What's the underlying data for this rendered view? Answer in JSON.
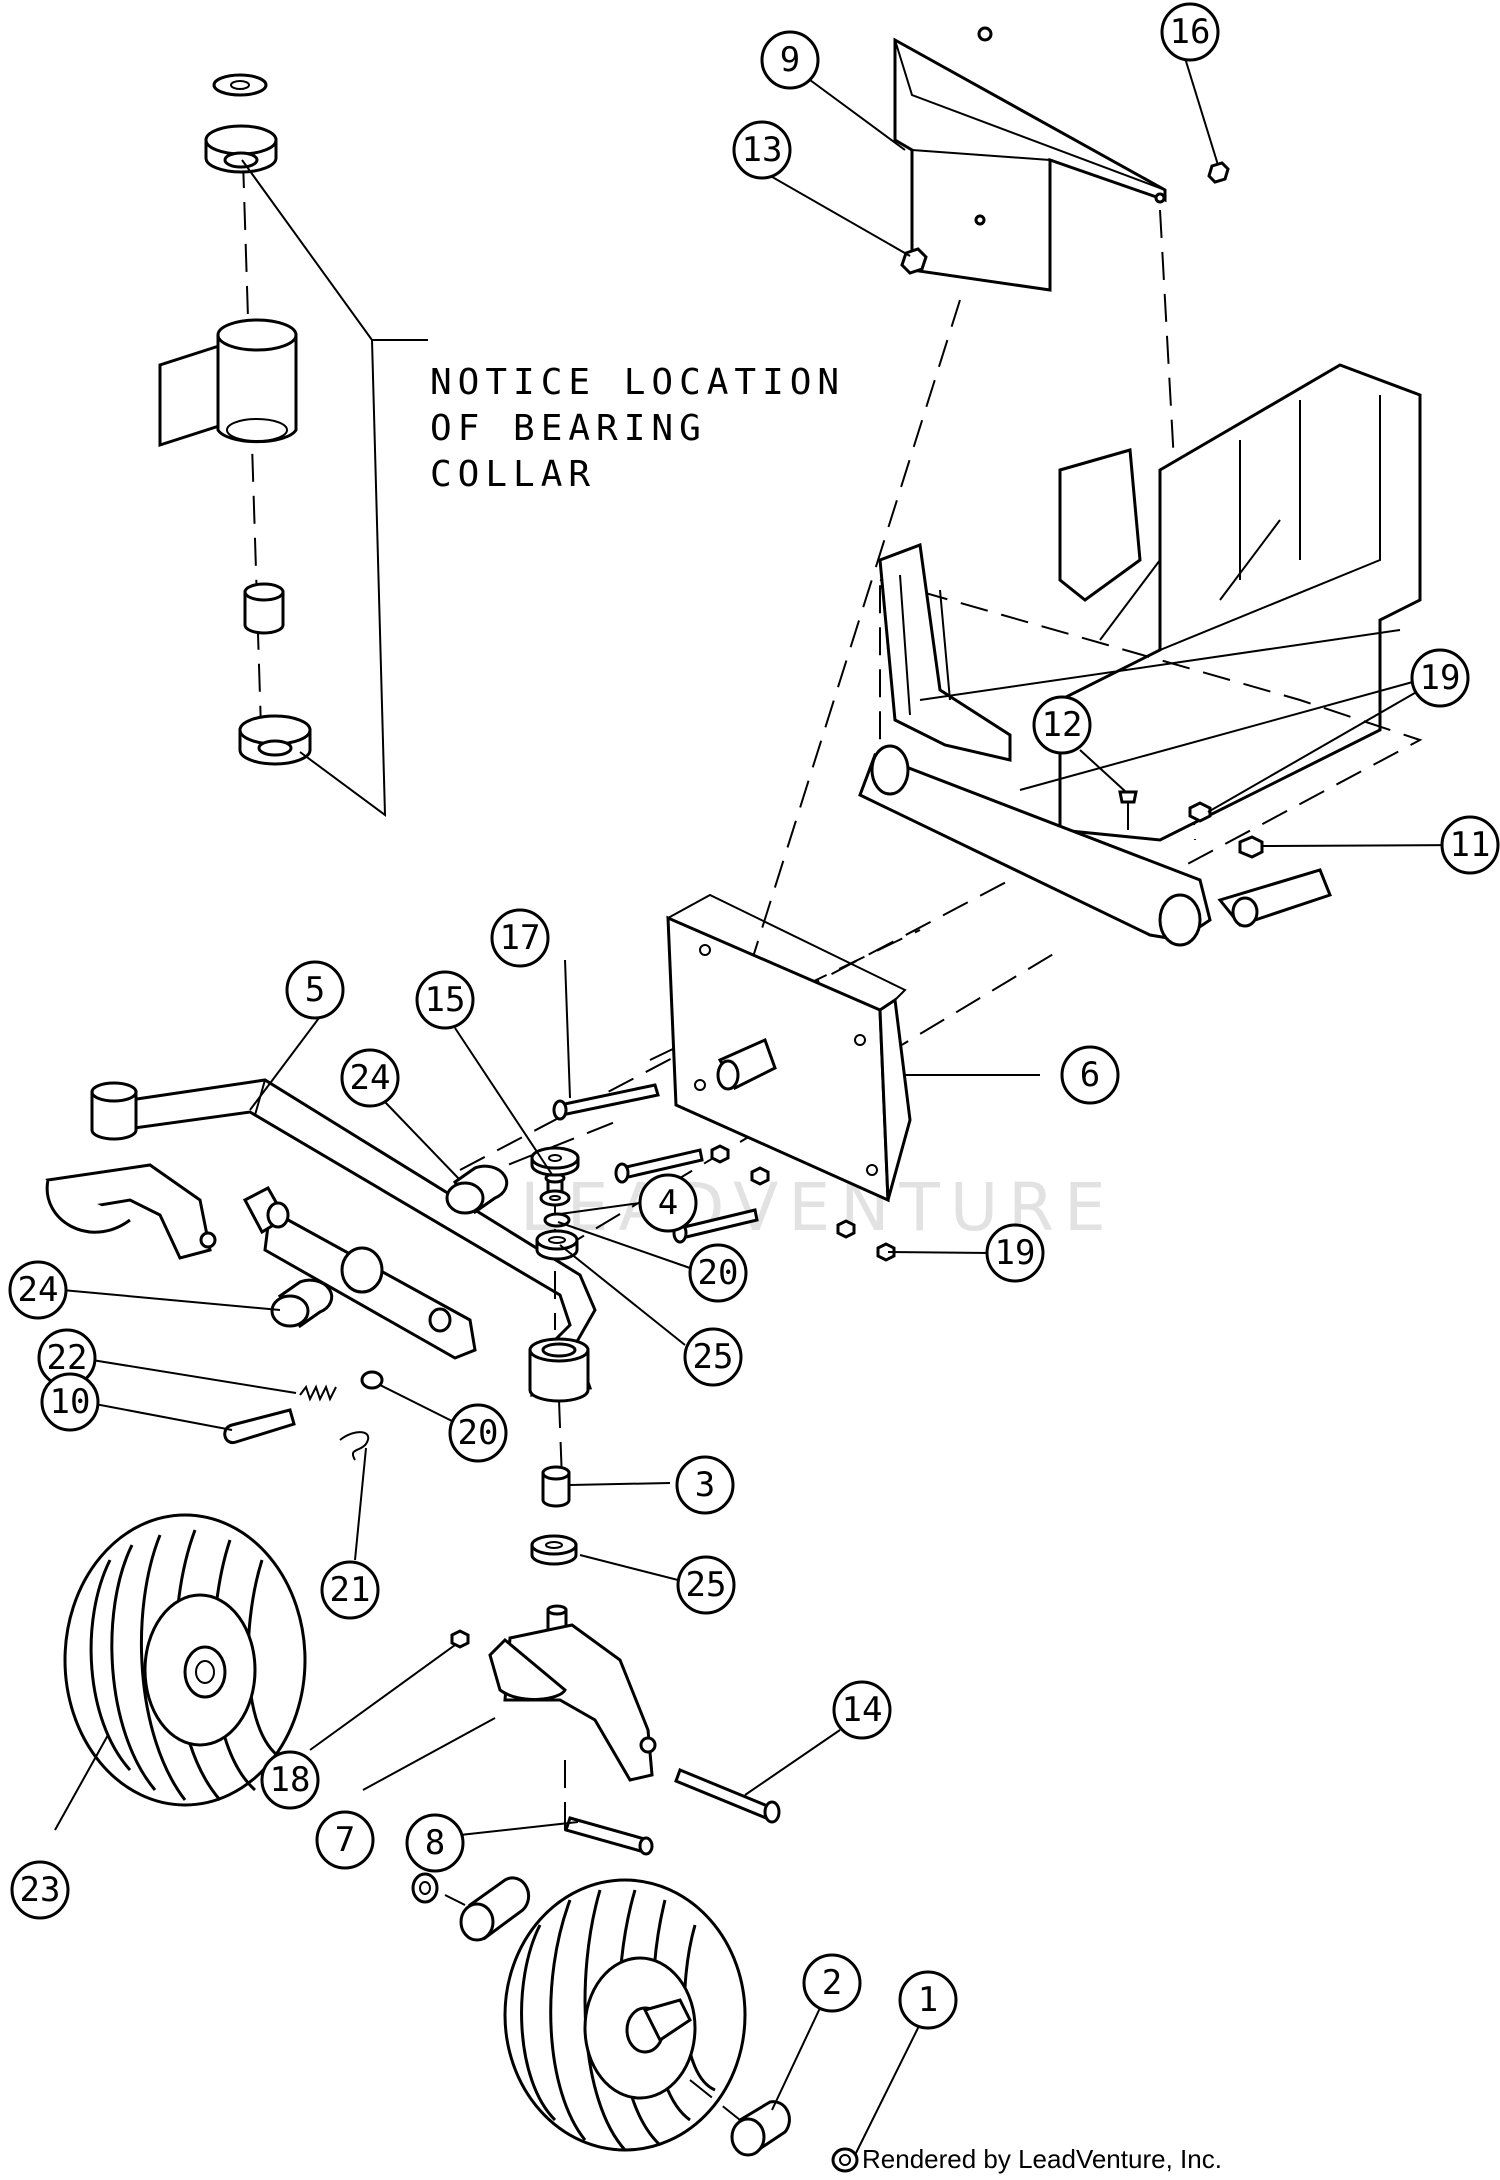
{
  "note": {
    "lines": [
      "NOTICE LOCATION",
      "OF BEARING",
      "COLLAR"
    ]
  },
  "watermark": "LEADVENTURE",
  "credit": "Rendered by LeadVenture, Inc.",
  "callouts": {
    "c1": "1",
    "c2": "2",
    "c3": "3",
    "c4": "4",
    "c5": "5",
    "c6": "6",
    "c7": "7",
    "c8": "8",
    "c9": "9",
    "c10": "10",
    "c11": "11",
    "c12": "12",
    "c13": "13",
    "c14": "14",
    "c15": "15",
    "c16": "16",
    "c17": "17",
    "c18": "18",
    "c19a": "19",
    "c19b": "19",
    "c20a": "20",
    "c20b": "20",
    "c21": "21",
    "c22": "22",
    "c23": "23",
    "c24a": "24",
    "c24b": "24",
    "c25a": "25",
    "c25b": "25"
  }
}
